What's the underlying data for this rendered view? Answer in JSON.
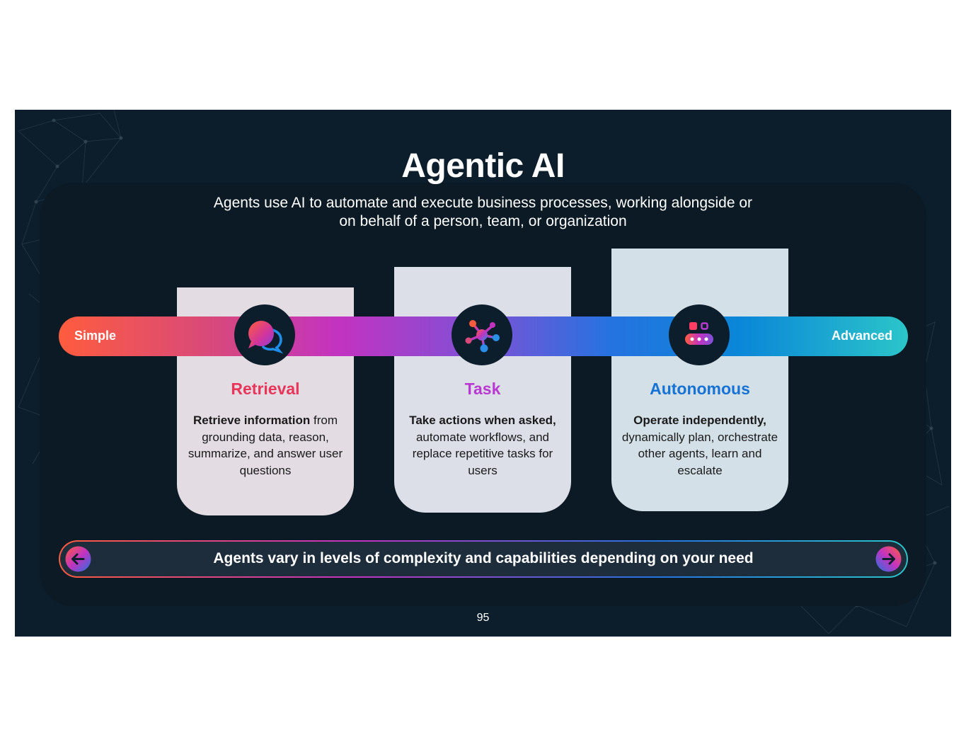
{
  "slide": {
    "title": "Agentic AI",
    "subtitle_line1": "Agents use AI to automate and execute business processes, working alongside or",
    "subtitle_line2": "on behalf of a person, team, or organization",
    "page_number": "95"
  },
  "scale": {
    "start_label": "Simple",
    "end_label": "Advanced"
  },
  "cards": [
    {
      "title": "Retrieval",
      "title_color": "#e8365a",
      "bg_color": "#e4dce3",
      "icon": "chat-bubbles-icon",
      "desc_bold": "Retrieve information",
      "desc_rest": " from grounding data, reason, summarize, and answer user questions"
    },
    {
      "title": "Task",
      "title_color": "#b93ad1",
      "bg_color": "#dcdfe8",
      "icon": "network-nodes-icon",
      "desc_bold": "Take actions when asked,",
      "desc_rest": " automate workflows, and replace repetitive tasks for users"
    },
    {
      "title": "Autonomous",
      "title_color": "#1672d4",
      "bg_color": "#d4e0e7",
      "icon": "conveyor-blocks-icon",
      "desc_bold": "Operate independently,",
      "desc_rest": " dynamically plan, orchestrate other agents, learn and escalate"
    }
  ],
  "footer_bar": {
    "text": "Agents vary in levels of complexity and capabilities depending on your need",
    "left_icon": "arrow-left-icon",
    "right_icon": "arrow-right-icon"
  },
  "colors": {
    "background": "#0c1e2b",
    "gradient_start": "#fe5c3e",
    "gradient_mid": "#c233c1",
    "gradient_end": "#2bc5c9"
  }
}
